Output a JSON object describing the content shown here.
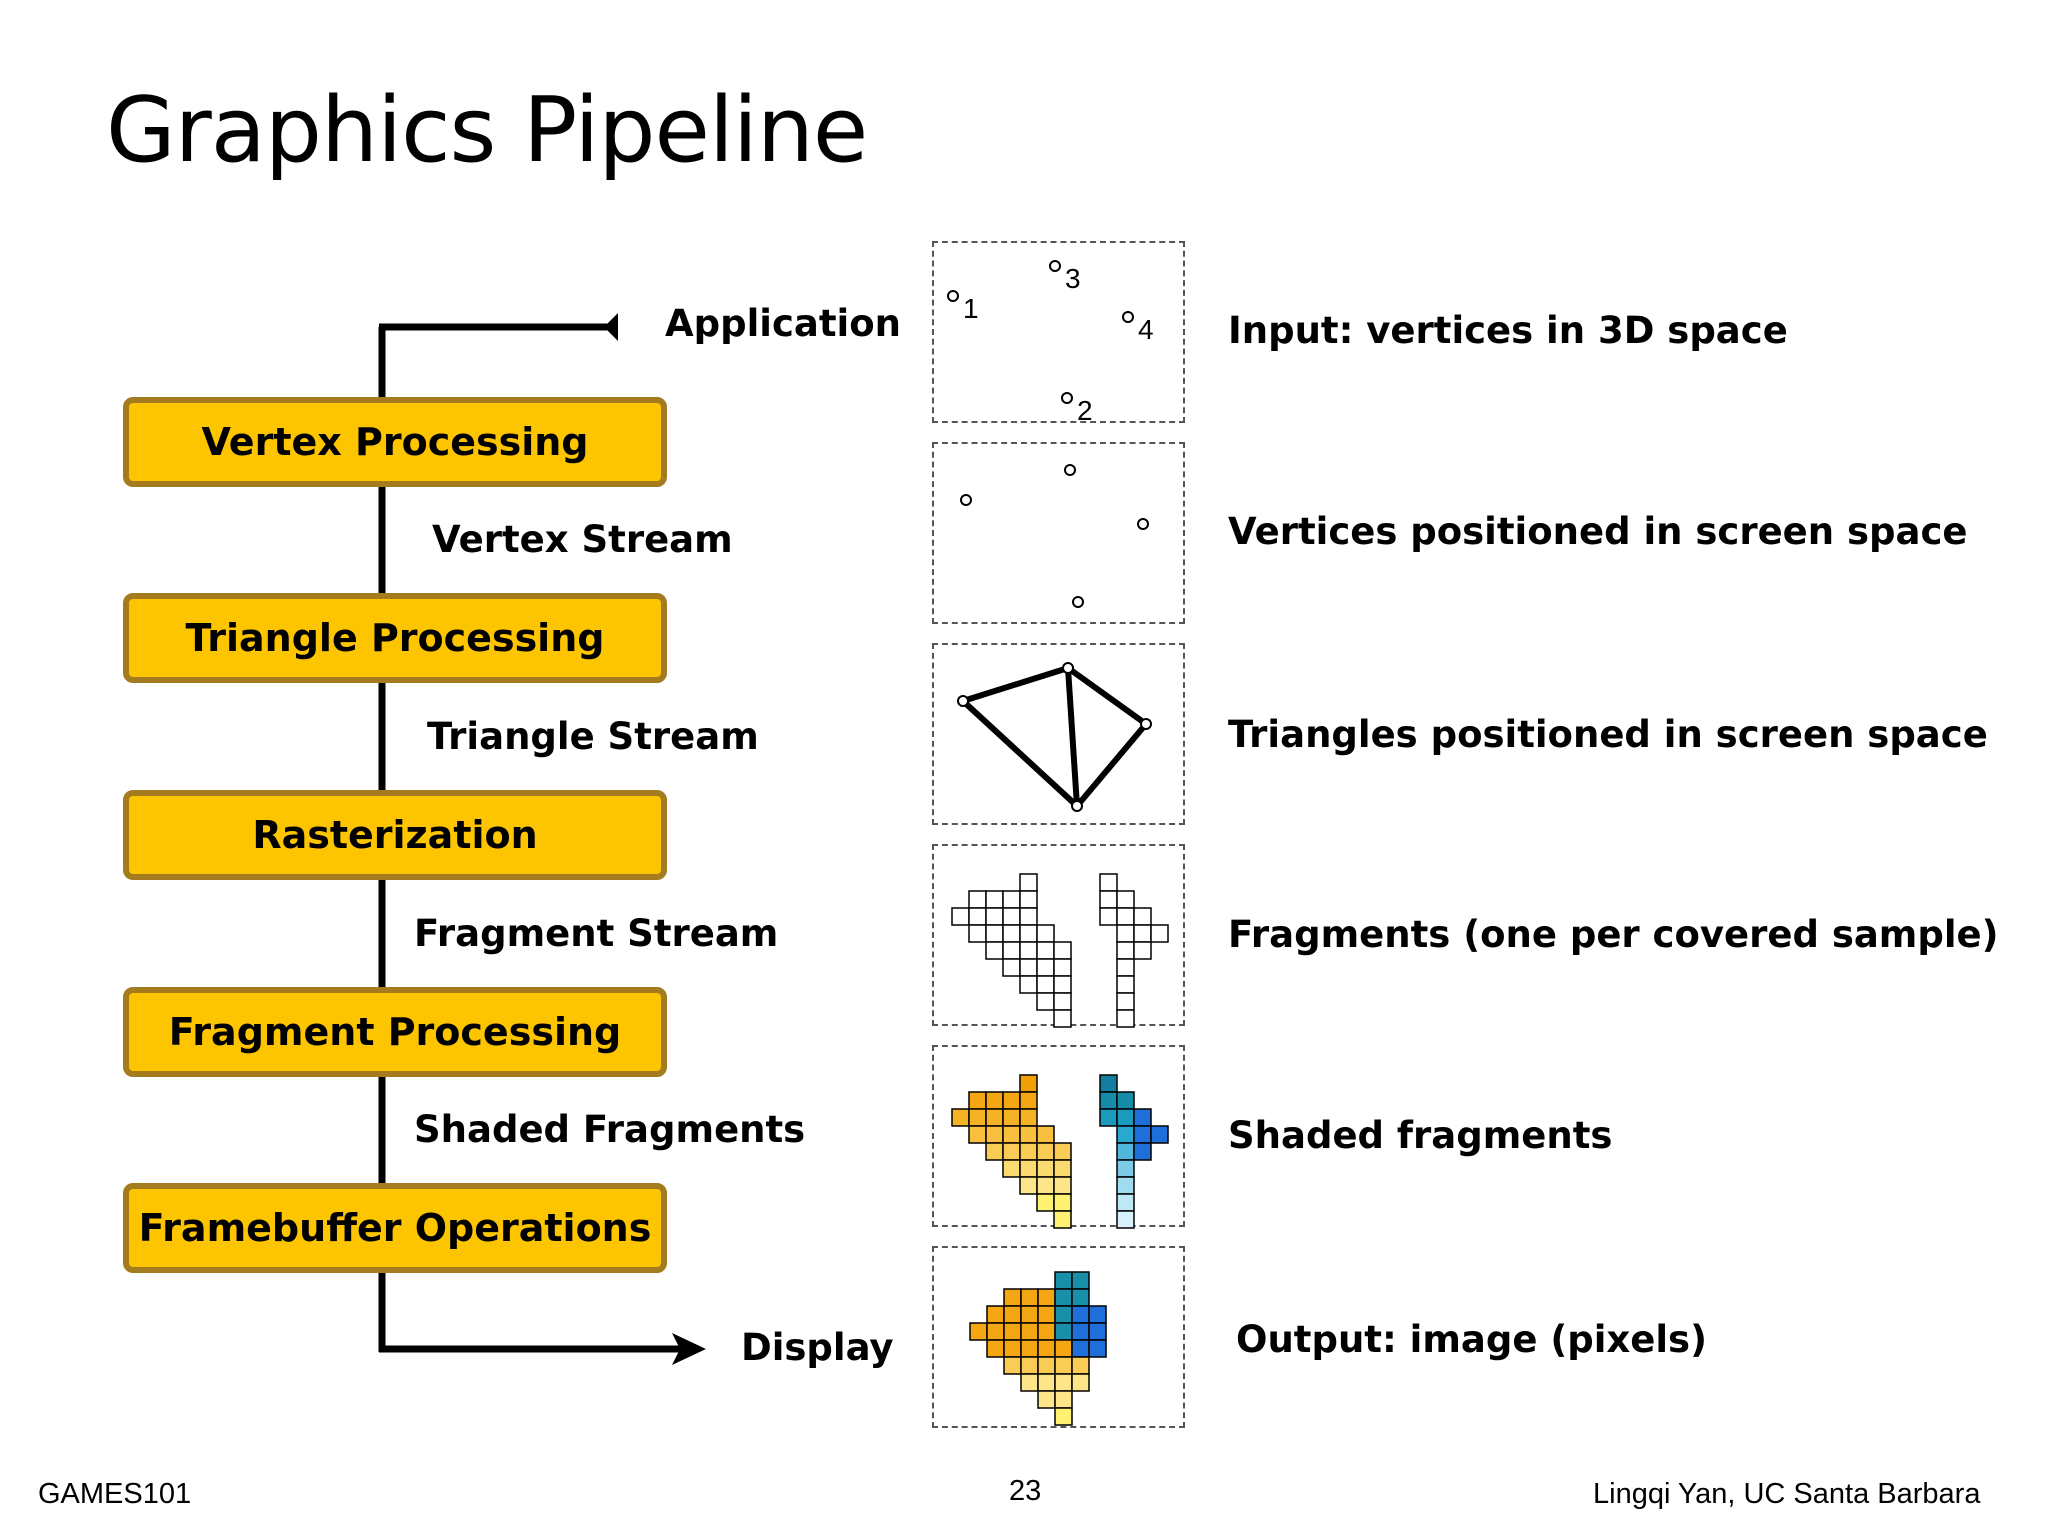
{
  "title": "Graphics Pipeline",
  "stages": [
    "Vertex Processing",
    "Triangle Processing",
    "Rasterization",
    "Fragment Processing",
    "Framebuffer Operations"
  ],
  "streams": {
    "application": "Application",
    "vertex_stream": "Vertex Stream",
    "triangle_stream": "Triangle Stream",
    "fragment_stream": "Fragment Stream",
    "shaded_fragments": "Shaded Fragments",
    "display": "Display"
  },
  "descriptions": [
    "Input: vertices in 3D space",
    "Vertices positioned in screen space",
    "Triangles positioned in screen space",
    "Fragments (one per covered sample)",
    "Shaded fragments",
    "Output: image (pixels)"
  ],
  "vertex_labels": [
    "1",
    "2",
    "3",
    "4"
  ],
  "colors": {
    "stage_fill": "#fdc400",
    "stage_border": "#a47c1f",
    "orange": "#f5a623",
    "blue": "#1e6fd9",
    "teal": "#1a8fa8",
    "yellow": "#fff173"
  },
  "footer": {
    "left": "GAMES101",
    "page_number": "23",
    "right": "Lingqi Yan, UC Santa Barbara"
  }
}
